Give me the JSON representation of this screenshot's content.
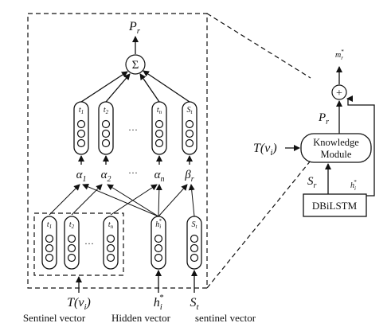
{
  "output": {
    "main": "P",
    "main_sub": "r",
    "side": "m",
    "side_sub": "r",
    "side_sup": "*"
  },
  "sum_symbol": "Σ",
  "plus_symbol": "+",
  "ellipsis": "···",
  "top_cells": [
    {
      "base": "t",
      "sub": "1"
    },
    {
      "base": "t",
      "sub": "2"
    },
    {
      "base": "t",
      "sub": "n"
    },
    {
      "base": "S",
      "sub": "t"
    }
  ],
  "weights": [
    {
      "base": "α",
      "sub": "1"
    },
    {
      "base": "α",
      "sub": "2"
    },
    {
      "base": "α",
      "sub": "n"
    },
    {
      "base": "β",
      "sub": "r"
    }
  ],
  "bottom_cells": [
    {
      "base": "t",
      "sub": "1"
    },
    {
      "base": "t",
      "sub": "2"
    },
    {
      "base": "t",
      "sub": "n"
    },
    {
      "base": "h",
      "sub": "i",
      "sup": "*"
    },
    {
      "base": "S",
      "sub": "t"
    }
  ],
  "inputs": [
    {
      "base": "T(v",
      "sub": "i",
      "tail": ")"
    },
    {
      "base": "h",
      "sub": "i",
      "sup": "*"
    },
    {
      "base": "S",
      "sub": "t"
    }
  ],
  "captions": [
    "Sentinel vector",
    "Hidden vector",
    "sentinel vector"
  ],
  "right_panel": {
    "module_line1": "Knowledge",
    "module_line2": "Module",
    "encoder": "DBiLSTM",
    "input_label": {
      "base": "T(v",
      "sub": "i",
      "tail": ")"
    },
    "p_label": {
      "base": "P",
      "sub": "r"
    },
    "s_label": {
      "base": "S",
      "sub": "r"
    },
    "h_label": {
      "base": "h",
      "sub": "i",
      "sup": "*"
    }
  }
}
